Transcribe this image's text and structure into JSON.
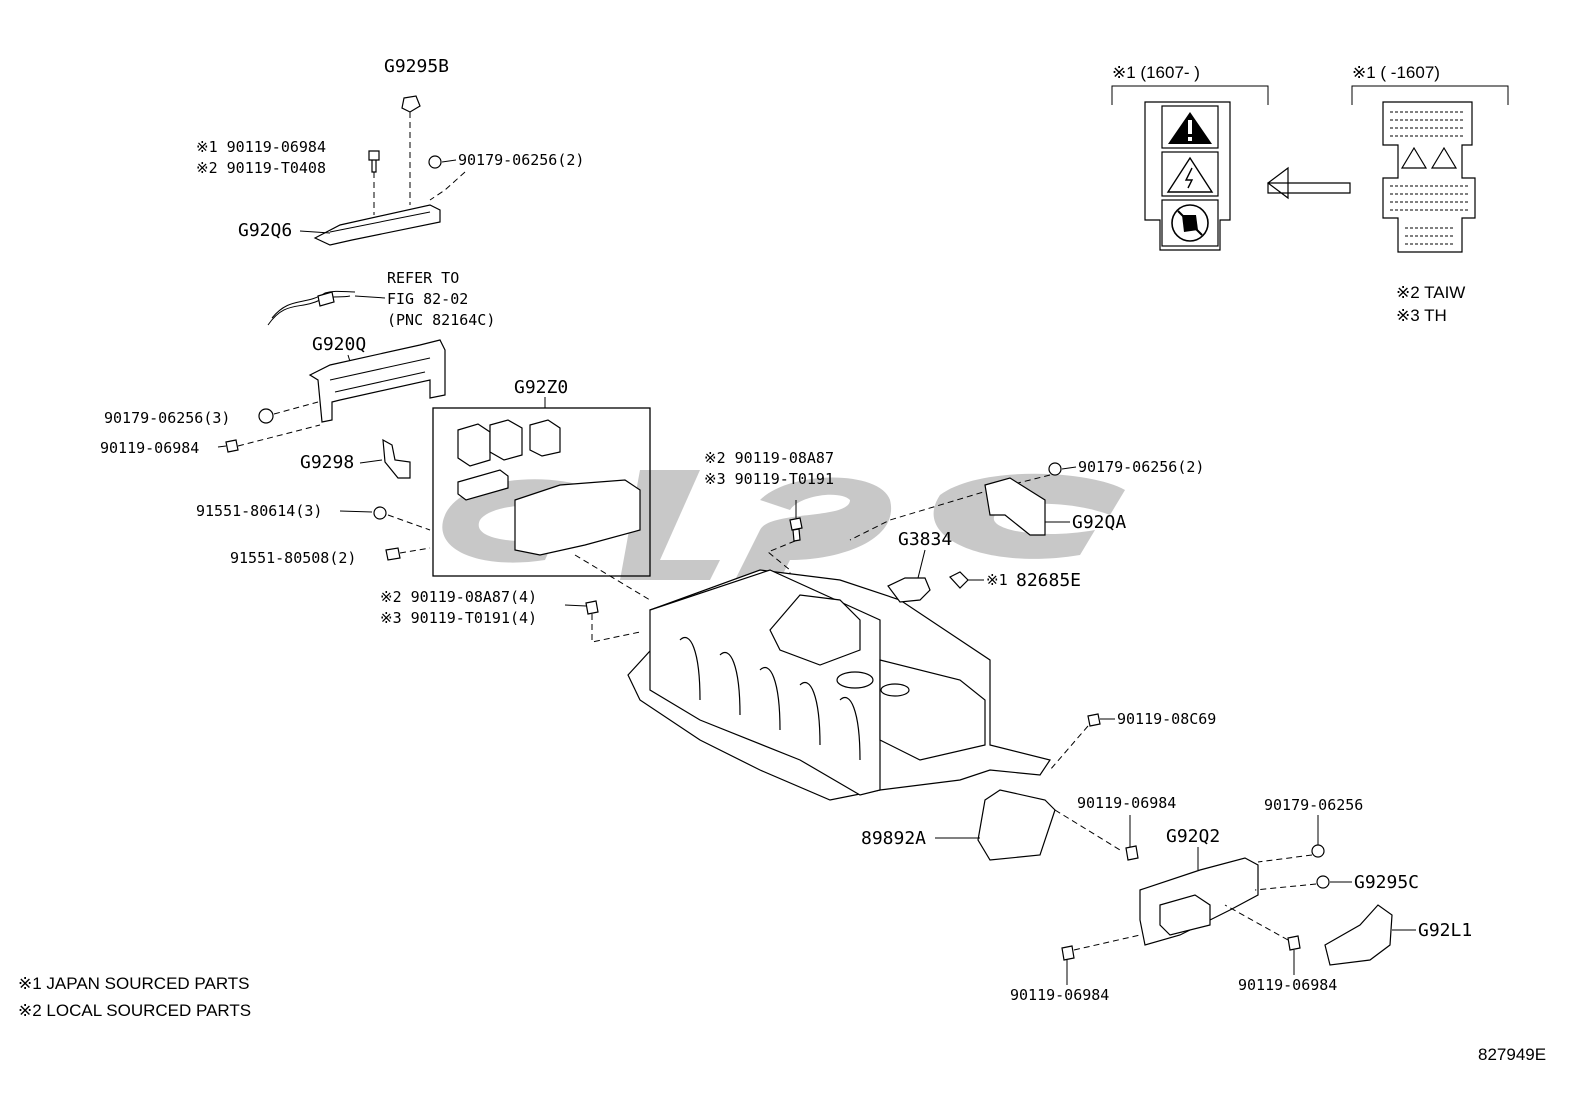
{
  "labels": {
    "g9295b": "G9295B",
    "a1": "※1 90119-06984",
    "a2": "※2 90119-T0408",
    "n90179_2a": "90179-06256(2)",
    "g92q6": "G92Q6",
    "refer1": "REFER TO",
    "refer2": "FIG 82-02",
    "refer3": "(PNC 82164C)",
    "g920q": "G920Q",
    "g92z0": "G92Z0",
    "n90179_3": "90179-06256(3)",
    "n90119_06984_l": "90119-06984",
    "g9298": "G9298",
    "n91551_80614": "91551-80614(3)",
    "n91551_80508": "91551-80508(2)",
    "b1": "※2 90119-08A87",
    "b2": "※3 90119-T0191",
    "c1": "※2 90119-08A87(4)",
    "c2": "※3 90119-T0191(4)",
    "n90179_2b": "90179-06256(2)",
    "g92qa": "G92QA",
    "g3834": "G3834",
    "n82685e": "82685E",
    "n82685e_mark": "※1",
    "n90119_08c69": "90119-08C69",
    "n89892a": "89892A",
    "n90119_06984_m": "90119-06984",
    "g92q2": "G92Q2",
    "n90179_06256_r": "90179-06256",
    "g9295c": "G9295C",
    "g92l1": "G92L1",
    "n90119_06984_b1": "90119-06984",
    "n90119_06984_b2": "90119-06984"
  },
  "label_variants": {
    "new": "※1 (1607-       )",
    "old": "※1 (       -1607)",
    "taiw": "※2 TAIW",
    "th": "※3 TH"
  },
  "legend": {
    "japan": "※1 JAPAN SOURCED PARTS",
    "local": "※2 LOCAL SOURCED PARTS"
  },
  "diagram_code": "827949E"
}
